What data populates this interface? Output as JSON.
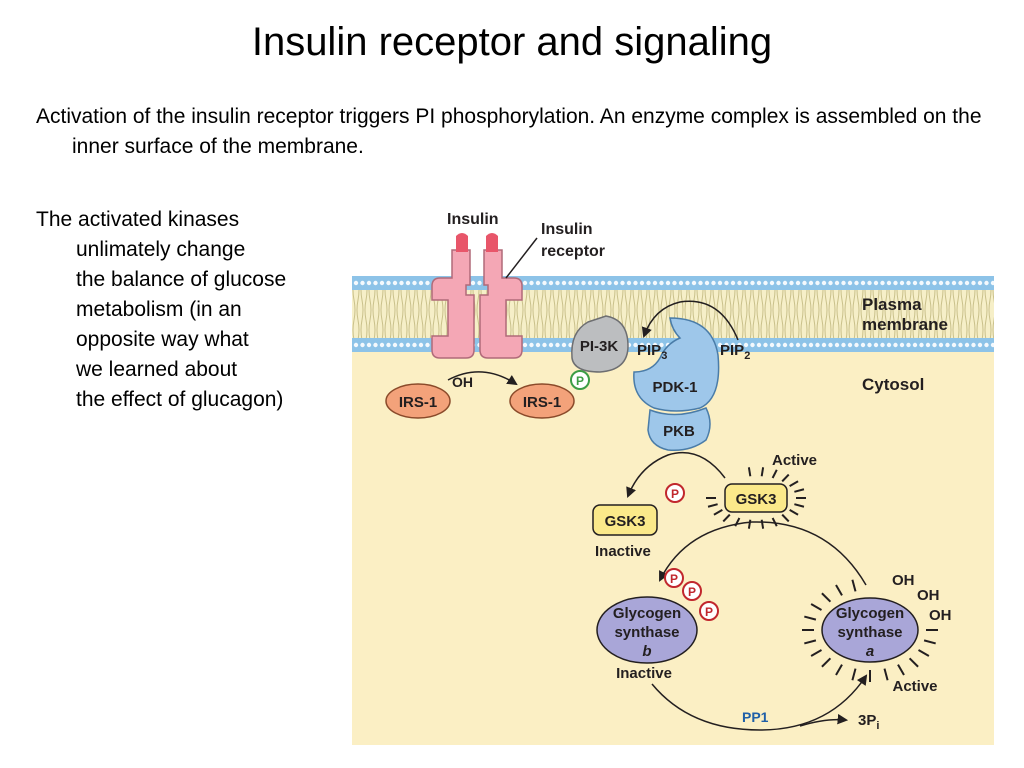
{
  "title": "Insulin receptor and signaling",
  "intro": "Activation of the insulin receptor triggers PI phosphorylation. An enzyme complex is assembled on the inner surface of the membrane.",
  "side_text": {
    "first": "The activated kinases",
    "lines": [
      "unlimately change",
      "the balance of glucose",
      "metabolism (in an",
      "opposite way what",
      "we learned about",
      "the effect of glucagon)"
    ]
  },
  "diagram": {
    "insulin": "Insulin",
    "insulin_receptor": [
      "Insulin",
      "receptor"
    ],
    "plasma_membrane": [
      "Plasma",
      "membrane"
    ],
    "cytosol": "Cytosol",
    "irs1": "IRS-1",
    "oh": "OH",
    "p": "P",
    "pi3k": "PI-3K",
    "pip3": "PIP",
    "pip3_sub": "3",
    "pip2": "PIP",
    "pip2_sub": "2",
    "pdk1": "PDK-1",
    "pkb": "PKB",
    "gsk3": "GSK3",
    "active": "Active",
    "inactive": "Inactive",
    "glycogen_synthase": [
      "Glycogen",
      "synthase"
    ],
    "gs_b": "b",
    "gs_a": "a",
    "pp1": "PP1",
    "three_p": "3P",
    "three_p_sub": "i"
  },
  "colors": {
    "cytosol_bg": "#fbefc4",
    "membrane_blue": "#8dc3e8",
    "receptor_pink": "#f4a7b5",
    "insulin_red": "#e8566a",
    "irs_orange": "#f3a27a",
    "pi3k_gray": "#bcbec0",
    "pdk_blue": "#9ec7ea",
    "gsk_yellow": "#fbe98a",
    "gs_purple": "#a9a6d8",
    "p_red": "#c1272d",
    "p_green": "#3c9d45",
    "pp1_blue": "#1f5fa8"
  }
}
